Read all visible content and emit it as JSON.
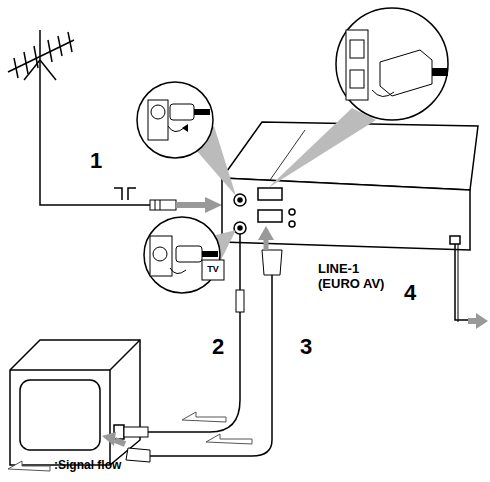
{
  "diagram": {
    "labels": [
      "1",
      "2",
      "3",
      "4",
      "LINE-1 (EURO AV)",
      "TV"
    ],
    "legend": [
      {
        "text": ":Signal flow"
      }
    ]
  }
}
